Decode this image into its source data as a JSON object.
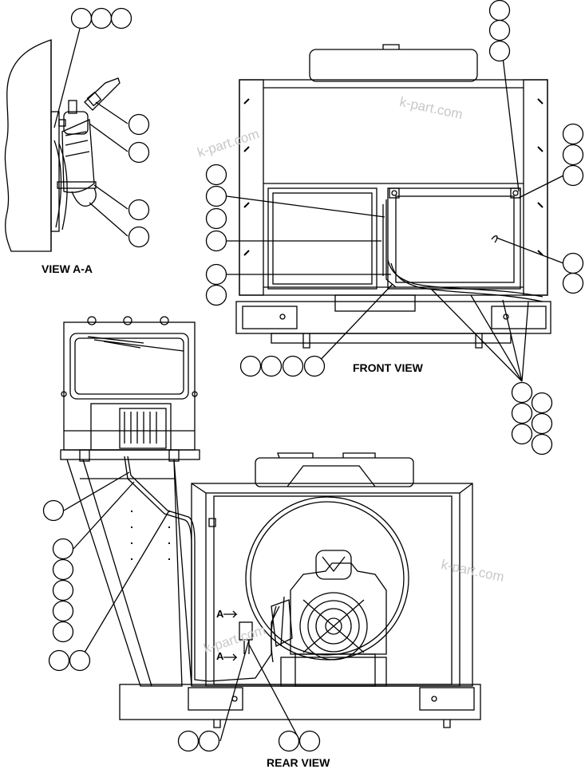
{
  "views": {
    "view_aa": "VIEW A-A",
    "front_view": "FRONT VIEW",
    "rear_view": "REAR VIEW"
  },
  "section_marker": "A",
  "watermark": "k-part.com",
  "colors": {
    "line": "#000000",
    "watermark": "#c8c8c8",
    "background": "#ffffff"
  }
}
